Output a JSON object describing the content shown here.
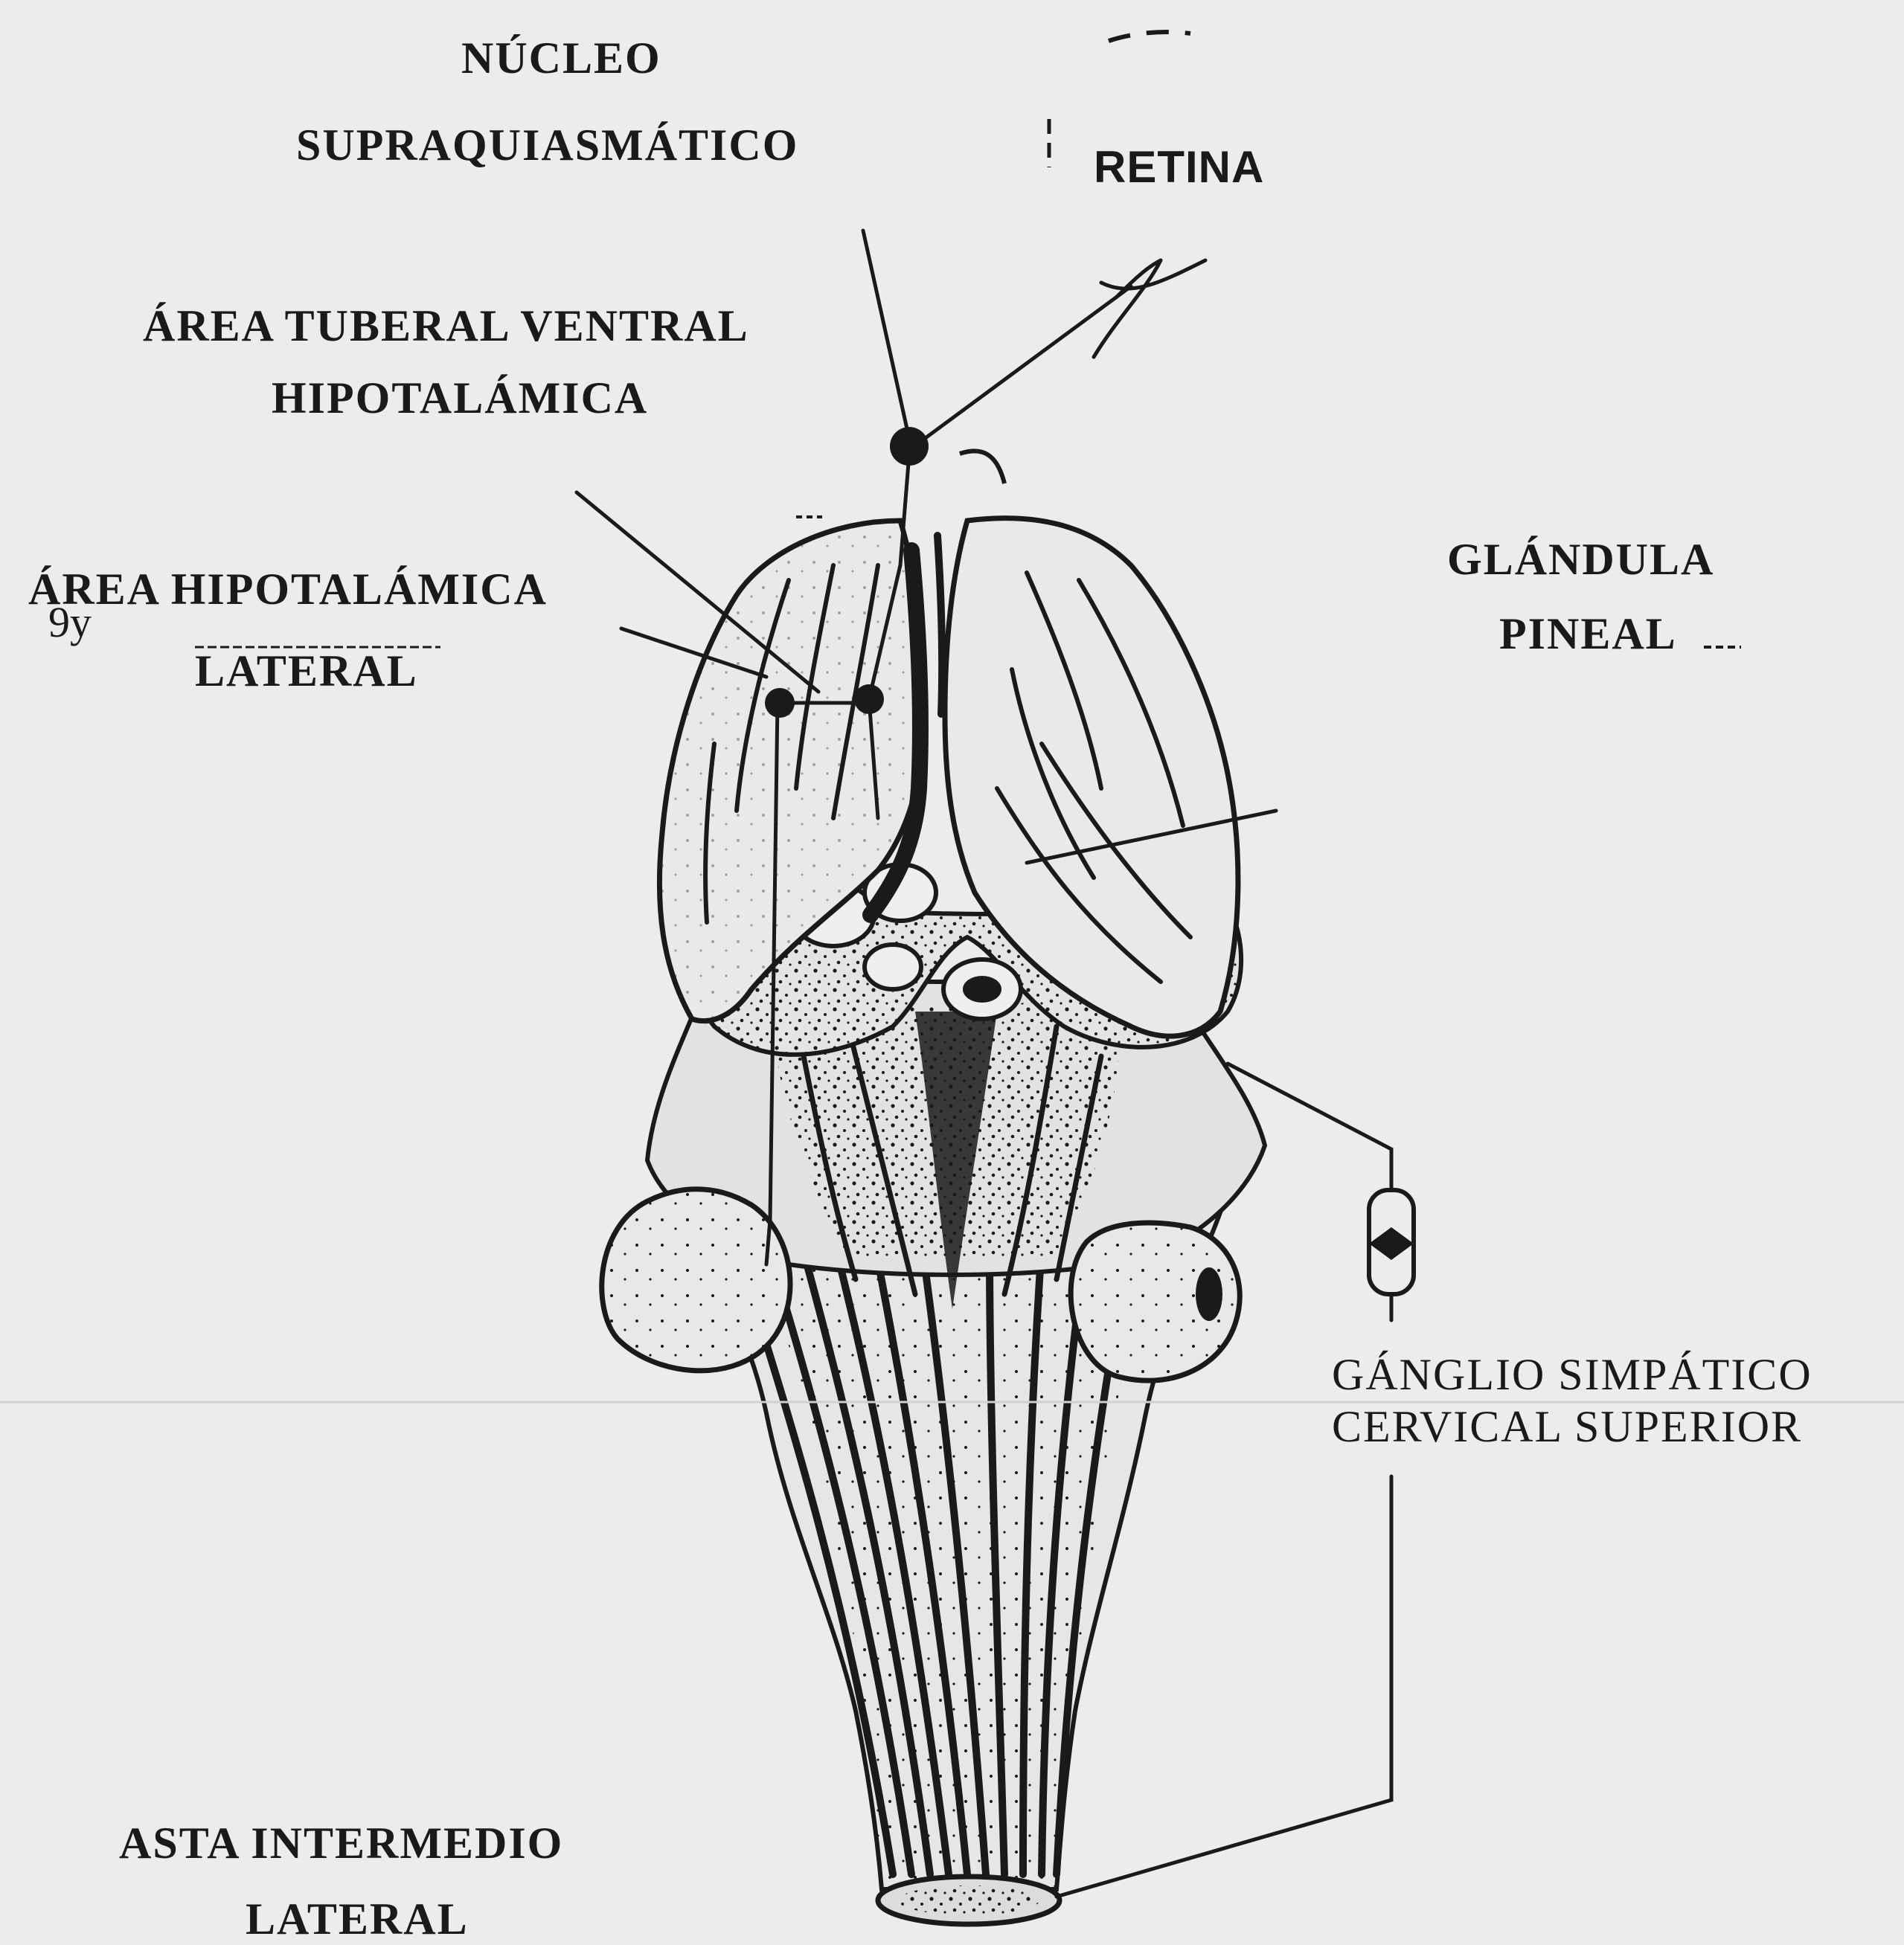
{
  "labels": {
    "nucleo": "NÚCLEO",
    "supraquiasmatico": "SUPRAQUIASMÁTICO",
    "retina": "RETINA",
    "area_tuberal_1": "ÁREA TUBERAL VENTRAL",
    "area_tuberal_2": "HIPOTALÁMICA",
    "area_hipotalamica_1": "ÁREA HIPOTALÁMICA",
    "area_hipotalamica_2": "LATERAL",
    "glandula": "GLÁNDULA",
    "pineal": "PINEAL",
    "ganglio_1": "GÁNGLIO SIMPÁTICO",
    "ganglio_2": "CERVICAL SUPERIOR",
    "asta_1": "ASTA INTERMEDIO",
    "asta_2": "LATERAL",
    "margin_mark": "9y"
  },
  "colors": {
    "ink": "#1a1a1a",
    "paper": "#ececec",
    "tissue": "#e4e4e4"
  }
}
